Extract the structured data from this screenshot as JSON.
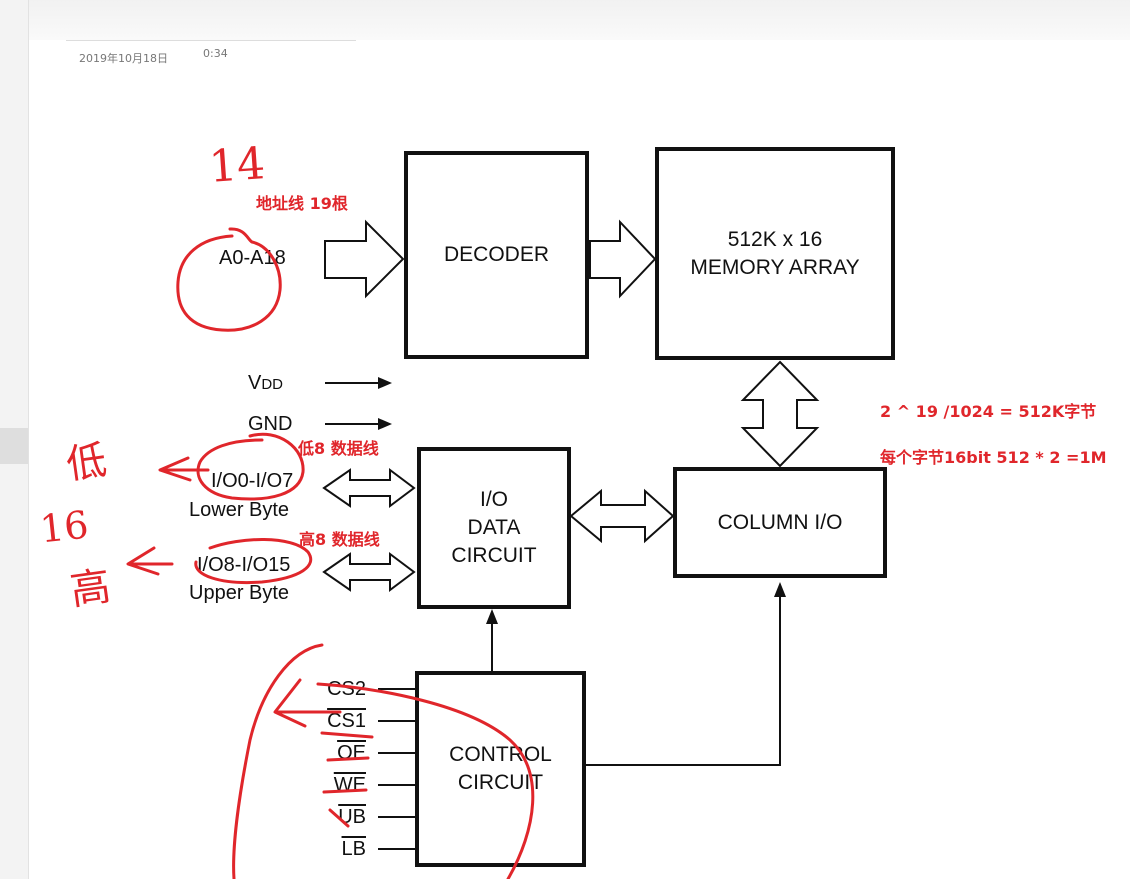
{
  "header": {
    "date": "2019年10月18日",
    "time": "0:34"
  },
  "diagram": {
    "address_input": "A0-A18",
    "vdd_label": "V",
    "vdd_subscript": "DD",
    "gnd_label": "GND",
    "io_lower_label": "I/O0-I/O7",
    "io_lower_desc": "Lower Byte",
    "io_upper_label": "I/O8-I/O15",
    "io_upper_desc": "Upper Byte",
    "decoder": {
      "label": "DECODER"
    },
    "memory_array": {
      "line1": "512K x 16",
      "line2": "MEMORY ARRAY"
    },
    "io_data_circuit": {
      "line1": "I/O",
      "line2": "DATA",
      "line3": "CIRCUIT"
    },
    "column_io": {
      "label": "COLUMN I/O"
    },
    "control_circuit": {
      "line1": "CONTROL",
      "line2": "CIRCUIT"
    },
    "control_signals": [
      {
        "name": "CS2",
        "overbar": false
      },
      {
        "name": "CS1",
        "overbar": true
      },
      {
        "name": "OE",
        "overbar": true
      },
      {
        "name": "WE",
        "overbar": true
      },
      {
        "name": "UB",
        "overbar": true
      },
      {
        "name": "LB",
        "overbar": true
      }
    ]
  },
  "annotations": {
    "address_count": "14",
    "address_note": "地址线 19根",
    "low8_note": "低8 数据线",
    "high8_note": "高8 数据线",
    "calc_line1": "2 ^ 19 /1024 = 512K字节",
    "calc_line2": "每个字节16bit 512 * 2 =1M",
    "left_low": "低",
    "left_16": "16",
    "left_high": "高"
  },
  "colors": {
    "annotation_red": "#e0262b",
    "diagram_black": "#111111"
  }
}
